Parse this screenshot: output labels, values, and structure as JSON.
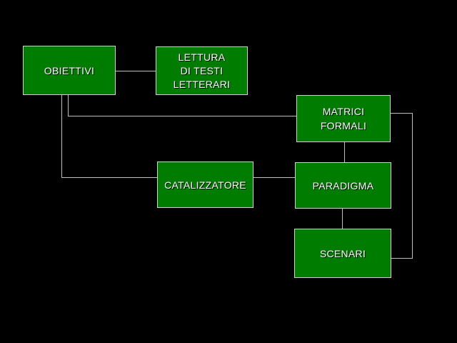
{
  "colors": {
    "background": "#000000",
    "node-fill": "#007d00",
    "node-border": "#cfcfcf",
    "node-text": "#ffffff",
    "connector": "#c0c0c0"
  },
  "diagram": {
    "nodes": {
      "obiettivi": {
        "label": "OBIETTIVI"
      },
      "lettura": {
        "line1": "LETTURA",
        "line2": "DI TESTI",
        "line3": "LETTERARI"
      },
      "matrici": {
        "line1": "MATRICI",
        "line2": "FORMALI"
      },
      "catalizzatore": {
        "label": "CATALIZZATORE"
      },
      "paradigma": {
        "label": "PARADIGMA"
      },
      "scenari": {
        "label": "SCENARI"
      }
    },
    "edges": [
      {
        "from": "OBIETTIVI",
        "to": "LETTURA DI TESTI LETTERARI"
      },
      {
        "from": "OBIETTIVI",
        "to": "MATRICI FORMALI"
      },
      {
        "from": "OBIETTIVI",
        "to": "CATALIZZATORE"
      },
      {
        "from": "CATALIZZATORE",
        "to": "PARADIGMA"
      },
      {
        "from": "MATRICI FORMALI",
        "to": "PARADIGMA"
      },
      {
        "from": "PARADIGMA",
        "to": "SCENARI"
      },
      {
        "from": "MATRICI FORMALI",
        "to": "SCENARI"
      }
    ]
  }
}
